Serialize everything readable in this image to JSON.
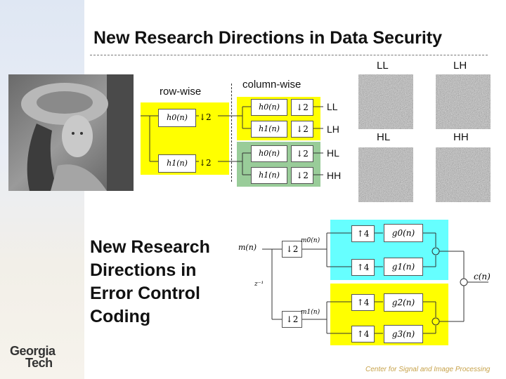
{
  "slide": {
    "title": "New Research Directions in Data Security",
    "error_control_heading": "New Research Directions in Error Control Coding",
    "footer": "Center for Signal and Image Processing",
    "logo_line1": "Georgia",
    "logo_line2": "Tech"
  },
  "wavelet": {
    "row_label": "row-wise",
    "col_label": "column-wise",
    "row_filters": [
      "h0(n)",
      "h1(n)"
    ],
    "col_filters": [
      "h0(n)",
      "h1(n)",
      "h0(n)",
      "h1(n)"
    ],
    "downsample": "↓2",
    "outputs": [
      "LL",
      "LH",
      "HL",
      "HH"
    ],
    "subband_labels": [
      "LL",
      "LH",
      "HL",
      "HH"
    ]
  },
  "coding": {
    "input": "m(n)",
    "delay": "z⁻¹",
    "branches": [
      "m0(n)",
      "m1(n)"
    ],
    "downsample": "↓2",
    "upsample": "↑4",
    "filters": [
      "g0(n)",
      "g1(n)",
      "g2(n)",
      "g3(n)"
    ],
    "output": "c(n)",
    "sum_symbol": "+"
  },
  "colors": {
    "yellow": "#ffff00",
    "green": "#99cc99",
    "cyan": "#66ffff",
    "footer": "#c7a24a"
  }
}
